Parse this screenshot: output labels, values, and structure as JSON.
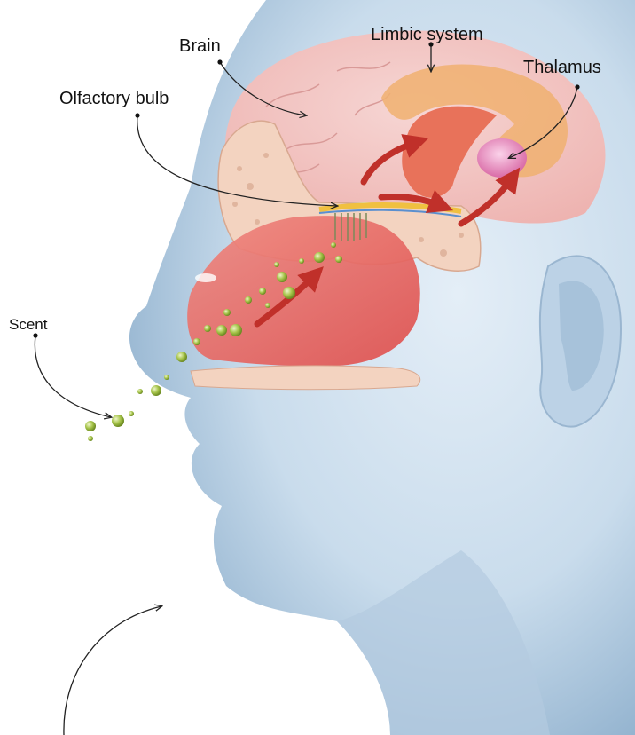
{
  "labels": {
    "brain": "Brain",
    "limbic_system": "Limbic system",
    "thalamus": "Thalamus",
    "olfactory_bulb": "Olfactory bulb",
    "scent": "Scent"
  },
  "colors": {
    "skin": "#c9dcec",
    "skin_shadow": "#93b3cf",
    "brain": "#f2c2bf",
    "nasal_cavity": "#e8635e",
    "bone": "#f3d3c0",
    "limbic": "#f0a060",
    "thalamus": "#e98fc0",
    "arrow": "#c0302a",
    "scent_particle": "#a6c44a",
    "leader_line": "#222222"
  }
}
